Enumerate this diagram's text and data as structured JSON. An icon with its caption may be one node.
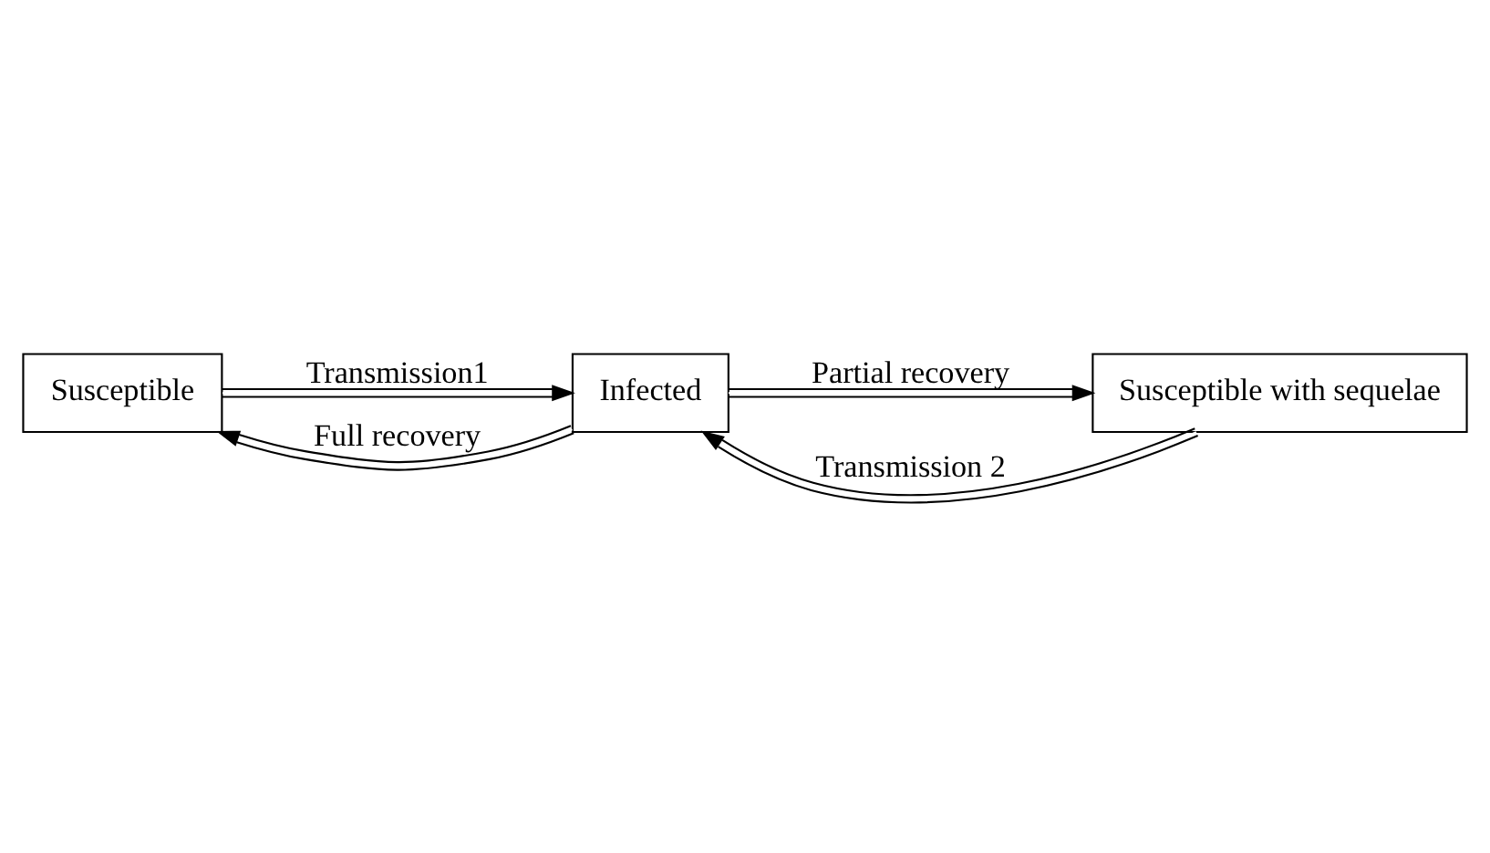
{
  "diagram": {
    "nodes": [
      {
        "text": [
          "Susceptible"
        ]
      },
      {
        "text": [
          "Susceptible with sequelae"
        ]
      },
      {
        "text": [
          "Infected"
        ]
      }
    ],
    "edges": [
      {
        "from": 0,
        "to": 2,
        "arrow": "to",
        "label": "Transmission1"
      },
      {
        "from": 1,
        "to": 2,
        "arrow": "to",
        "label": "Transmission 2"
      },
      {
        "from": 2,
        "to": 0,
        "arrow": "to",
        "label": "Full recovery"
      },
      {
        "from": 2,
        "to": 1,
        "arrow": "to",
        "label": "Partial recovery"
      }
    ]
  }
}
